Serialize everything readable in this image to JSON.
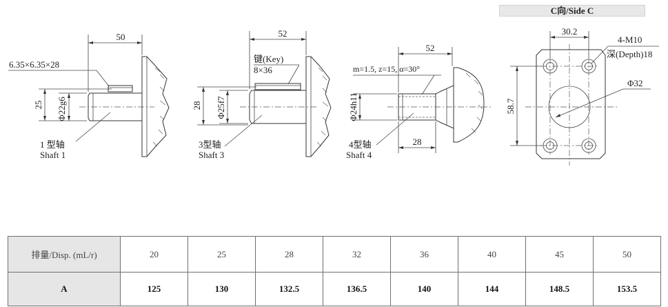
{
  "shaft1": {
    "dim_length": "50",
    "key_size": "6.35×6.35×28",
    "dim_height": "25",
    "diameter": "Φ22g6",
    "label_cn": "1 型轴",
    "label_en": "Shaft 1"
  },
  "shaft3": {
    "dim_length": "52",
    "key_label": "键(Key)",
    "key_size": "8×36",
    "dim_height": "28",
    "diameter": "Φ25f7",
    "label_cn": "3型轴",
    "label_en": "Shaft 3"
  },
  "shaft4": {
    "dim_length": "52",
    "spline": "m=1.5, z=15, α=30°",
    "diameter": "Φ24h11",
    "dim_spline_length": "28",
    "label_cn": "4型轴",
    "label_en": "Shaft 4"
  },
  "side_c": {
    "title": "C向/Side C",
    "dim_top": "30.2",
    "thread": "4-M10",
    "depth": "深(Depth)18",
    "bore": "Φ32",
    "dim_height": "58.7"
  },
  "table": {
    "row_header": "排量/Disp.  (mL/r)",
    "displacements": [
      "20",
      "25",
      "28",
      "32",
      "36",
      "40",
      "45",
      "50"
    ],
    "row_a_label": "A",
    "a_values": [
      "125",
      "130",
      "132.5",
      "136.5",
      "140",
      "144",
      "148.5",
      "153.5"
    ]
  }
}
